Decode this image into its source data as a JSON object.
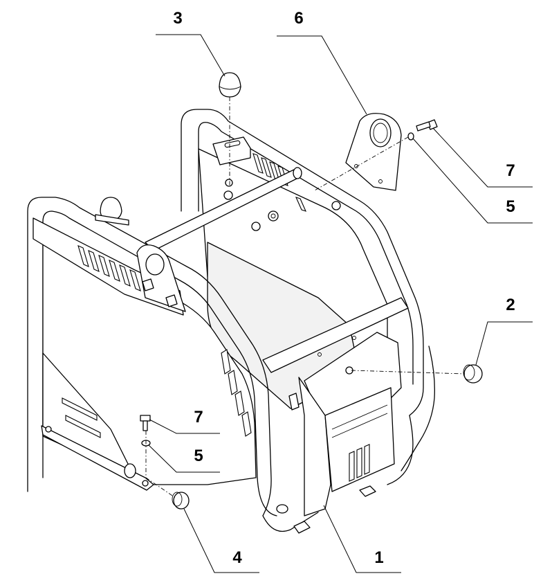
{
  "callouts": [
    {
      "id": "callout-1",
      "number": "1"
    },
    {
      "id": "callout-2",
      "number": "2"
    },
    {
      "id": "callout-3",
      "number": "3"
    },
    {
      "id": "callout-4",
      "number": "4"
    },
    {
      "id": "callout-5-top",
      "number": "5"
    },
    {
      "id": "callout-5-bottom",
      "number": "5"
    },
    {
      "id": "callout-6",
      "number": "6"
    },
    {
      "id": "callout-7-top",
      "number": "7"
    },
    {
      "id": "callout-7-bottom",
      "number": "7"
    }
  ]
}
